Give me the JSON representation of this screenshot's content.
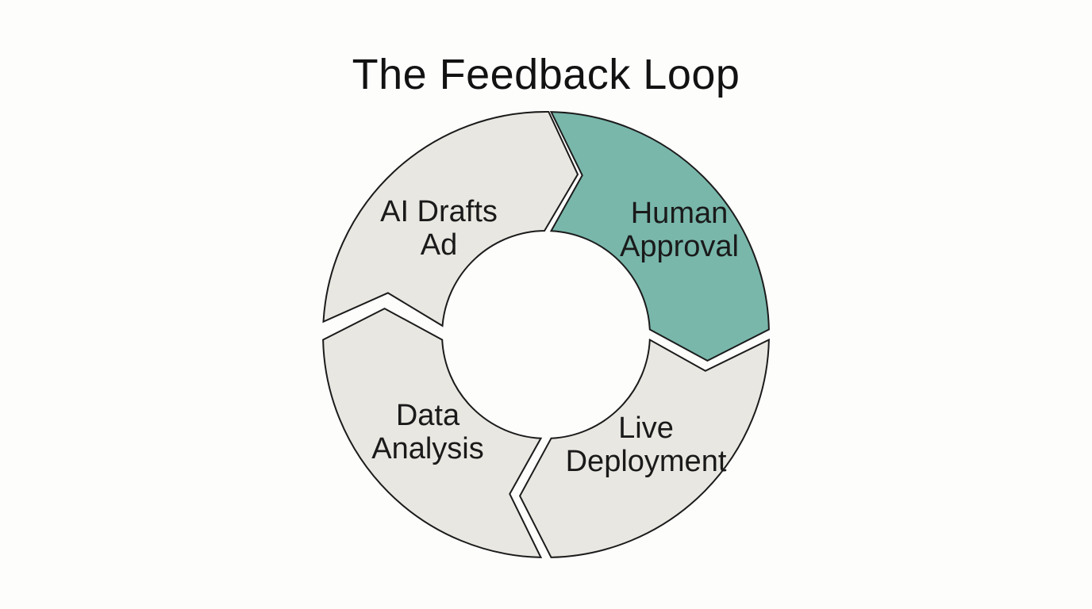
{
  "title": "The Feedback Loop",
  "diagram": {
    "type": "cycle",
    "direction": "clockwise",
    "background_color": "#fdfdfc",
    "outline_color": "#1b1b1b",
    "default_segment_color": "#e9e7e1",
    "accent_color": "#79b7ab",
    "steps": [
      {
        "id": "ai-drafts-ad",
        "label": "AI Drafts Ad",
        "label_lines": [
          "AI Drafts",
          "Ad"
        ],
        "order": 1,
        "highlighted": false,
        "color": "#e9e7e1",
        "lead_angle_deg": 88
      },
      {
        "id": "human-approval",
        "label": "Human Approval",
        "label_lines": [
          "Human",
          "Approval"
        ],
        "order": 2,
        "highlighted": true,
        "color": "#79b7ab",
        "lead_angle_deg": 0
      },
      {
        "id": "live-deployment",
        "label": "Live Deployment",
        "label_lines": [
          "Live",
          "Deployment"
        ],
        "order": 3,
        "highlighted": false,
        "color": "#e9e7e1",
        "lead_angle_deg": 270
      },
      {
        "id": "data-analysis",
        "label": "Data Analysis",
        "label_lines": [
          "Data",
          "Analysis"
        ],
        "order": 4,
        "highlighted": false,
        "color": "#e9e7e1",
        "lead_angle_deg": 180
      }
    ]
  }
}
